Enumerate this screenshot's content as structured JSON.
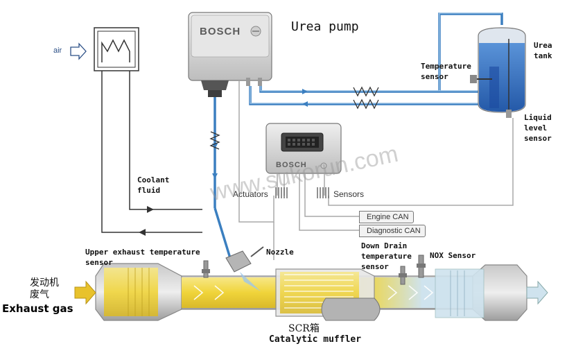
{
  "labels": {
    "urea_pump": "Urea pump",
    "urea_tank": "Urea\ntank",
    "temperature_sensor": "Temperature\nsensor",
    "liquid_level_sensor": "Liquid\nlevel\nsensor",
    "air": "air",
    "coolant_fluid": "Coolant\nfluid",
    "actuators": "Actuators",
    "sensors": "Sensors",
    "engine_can": "Engine CAN",
    "diagnostic_can": "Diagnostic CAN",
    "upper_exhaust_temp_sensor": "Upper exhaust temperature\nsensor",
    "nozzle": "Nozzle",
    "down_drain_temp_sensor": "Down Drain\ntemperature\nsensor",
    "nox_sensor": "NOX Sensor",
    "engine_chinese": "发动机\n废气",
    "exhaust_gas": "Exhaust gas",
    "scr_box": "SCR箱",
    "catalytic_muffler": "Catalytic muffler"
  },
  "brands": {
    "pump_brand": "BOSCH",
    "ecu_brand": "BOSCH"
  },
  "watermark": "www.sukorun.com",
  "colors": {
    "urea_line": "#3b7fc0",
    "urea_fill": "#2f6fc9",
    "exhaust_yellow": "#f2d84a",
    "arrow_yellow": "#e8c22c",
    "pipe_gray": "#a9a9a9",
    "device_gray": "#d9d9d9"
  }
}
